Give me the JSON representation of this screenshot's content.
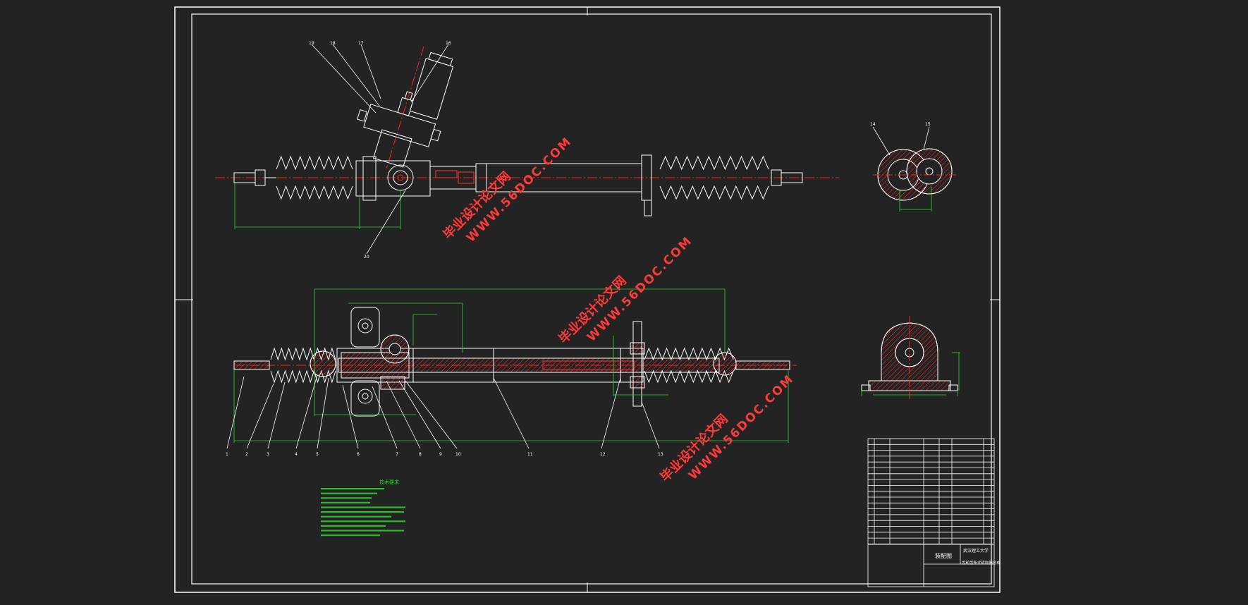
{
  "drawing": {
    "views": {
      "front": "front-view",
      "section": "section-view",
      "side": "side-view",
      "bracket": "bracket-view"
    },
    "balloons_top": [
      "19",
      "18",
      "17",
      "16",
      "20"
    ],
    "balloons_side": [
      "14",
      "15"
    ],
    "balloons_section": [
      "1",
      "2",
      "3",
      "4",
      "5",
      "6",
      "7",
      "8",
      "9",
      "10",
      "11",
      "12",
      "13"
    ],
    "notes_title": "技术要求",
    "title_block": {
      "drawing_name": "装配图",
      "school": "武汉理工大学",
      "subtitle": "齿轮齿条式转向器总成"
    }
  },
  "watermarks": [
    {
      "line1": "毕业设计论文网",
      "line2": "WWW.56DOC.COM"
    },
    {
      "line1": "毕业设计论文网",
      "line2": "WWW.56DOC.COM"
    },
    {
      "line1": "毕业设计论文网",
      "line2": "WWW.56DOC.COM"
    }
  ],
  "colors": {
    "background": "#232323",
    "linework": "#ffffff",
    "dimension": "#2fd62f",
    "centerline": "#ff2020",
    "hatch": "#ff3030",
    "watermark": "#ff3a3a"
  }
}
